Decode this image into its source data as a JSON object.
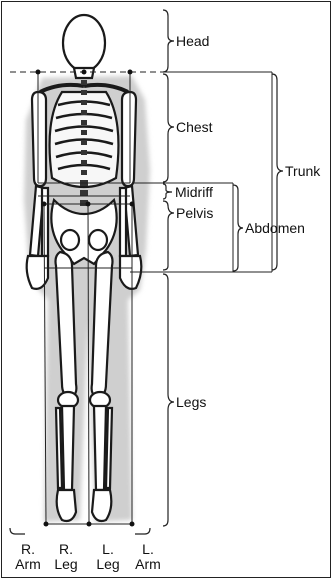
{
  "regions": {
    "head": "Head",
    "chest": "Chest",
    "midriff": "Midriff",
    "pelvis": "Pelvis",
    "legs": "Legs",
    "trunk": "Trunk",
    "abdomen": "Abdomen"
  },
  "columns": [
    {
      "line1": "R.",
      "line2": "Arm"
    },
    {
      "line1": "R.",
      "line2": "Leg"
    },
    {
      "line1": "L.",
      "line2": "Leg"
    },
    {
      "line1": "L.",
      "line2": "Arm"
    }
  ]
}
